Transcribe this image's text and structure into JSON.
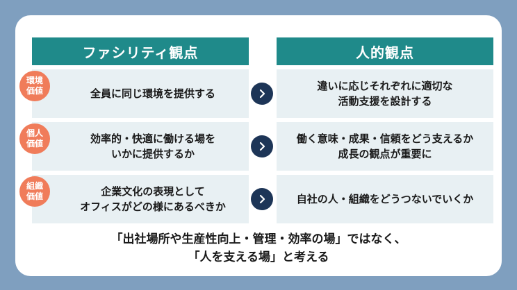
{
  "header": {
    "left": "ファシリティ観点",
    "right": "人的観点"
  },
  "rows": [
    {
      "badge": "環境\n価値",
      "left": "全員に同じ環境を提供する",
      "right_line1": "違いに応じそれぞれに適切な",
      "right_line2": "活動支援を設計する"
    },
    {
      "badge": "個人\n価値",
      "left_line1": "効率的・快適に働ける場を",
      "left_line2": "いかに提供するか",
      "right_line1": "働く意味・成果・信頼をどう支えるか",
      "right_line2": "成長の観点が重要に"
    },
    {
      "badge": "組織\n価値",
      "left_line1": "企業文化の表現として",
      "left_line2": "オフィスがどの様にあるべきか",
      "right": "自社の人・組織をどうつないでいくか"
    }
  ],
  "footer": {
    "line1": "「出社場所や生産性向上・管理・効率の場」ではなく、",
    "line2": "「人を支える場」と考える"
  },
  "colors": {
    "background": "#7f9fbf",
    "header": "#1f8a8a",
    "badge": "#f07c5a",
    "arrow": "#1d3557",
    "cell": "#e8f0f3"
  }
}
